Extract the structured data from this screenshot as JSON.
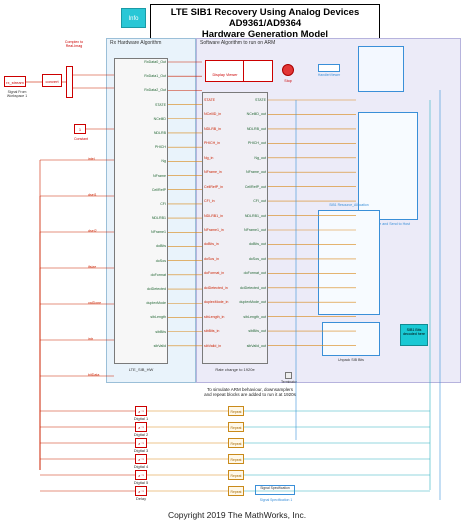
{
  "header": {
    "title_line1": "LTE SIB1 Recovery Using Analog Devices AD9361/AD9364",
    "title_line2": "Hardware Generation Model",
    "help_label": "Info"
  },
  "footer": {
    "copyright": "Copyright 2019 The MathWorks, Inc."
  },
  "areas": {
    "hw_label": "Rx Hardware Algorithm",
    "sw_label": "Software Algorithm to run on ARM",
    "hw_block_name": "LTE_SIB_HW",
    "rate_change_label": "Rate change to 1920e",
    "sw_note": "To simulate ARM behaviour, downsamplers\nand repeat blocks are added to run it at 1920s"
  },
  "sources": {
    "rx_stream": "rx_stream",
    "signal_from_workspace": "Signal From\nWorkspace 1",
    "convert": "convert",
    "complex_label": "Complex to\nReal-Imag",
    "constant_value": "1",
    "constant_label": "Constant"
  },
  "hw_outputs": [
    "RxData0_Out",
    "RxData1_Out",
    "RxData2_Out",
    "STATE",
    "NCellID",
    "NDLRB",
    "PHICH",
    "Ng",
    "NFrame",
    "CellRefP",
    "CFI",
    "NDLRB1",
    "NFrame1",
    "doBits",
    "doSos",
    "doFormat",
    "dciDetected",
    "duplexMode",
    "sibLength",
    "sibBits",
    "sibValid"
  ],
  "sw_inputs": [
    "STATE",
    "NCellID_in",
    "NDLRB_in",
    "PHICH_in",
    "Ng_in",
    "NFrame_in",
    "CellRefP_in",
    "CFI_in",
    "NDLRB1_in",
    "NFrame1_in",
    "doBits_in",
    "doSos_in",
    "doFormat_in",
    "dciDetected_in",
    "duplexMode_in",
    "sibLength_in",
    "sibBits_in",
    "sibValid_in"
  ],
  "left_signals": [
    "intel",
    "dsel1",
    "dsel2",
    "ifsize",
    "valDone",
    "intr",
    "bitData"
  ],
  "displays": {
    "display_viewer": "Display Viewer",
    "stop": "Stop",
    "handler": "HandlerViewer",
    "console_label": "Console and Send to Host",
    "sib_label": "SIB1 Resource_Allocation",
    "unpack_label": "Unpack SIB Bits",
    "sib1_decoded": "SIB1 Bits\ndecoded here",
    "terminator": "Terminator"
  },
  "bottom": {
    "labels": [
      "Digital 1",
      "Digital 2",
      "Digital 3",
      "Digital 4",
      "Digital 5",
      "Delay"
    ],
    "repeat_label": "Repeat",
    "signal_specification": "Signal Specification",
    "signal_spec_label": "Signal Specification 1"
  },
  "colors": {
    "signal_red": "#cc2200",
    "signal_green": "#2a8a3a",
    "signal_blue": "#3a8fd8",
    "signal_cyan": "#2ab0c0",
    "signal_orange": "#d98a1a"
  }
}
